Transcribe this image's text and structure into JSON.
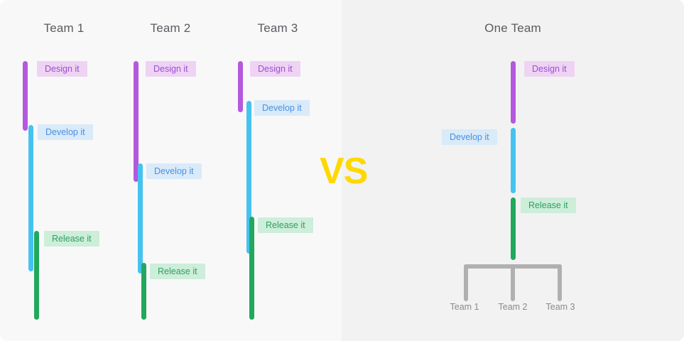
{
  "diagram": {
    "title_left": "",
    "vs_label": "VS",
    "accent_colors": {
      "design_bar": "#b459dd",
      "develop_bar": "#44c3f0",
      "release_bar": "#22a85c",
      "design_chip_bg": "#eed3f3",
      "design_chip_text": "#9b4fd6",
      "develop_chip_bg": "#d9eaf9",
      "develop_chip_text": "#4a90e2",
      "release_chip_bg": "#cdeed9",
      "release_chip_text": "#2f9e63",
      "vs_yellow": "#ffd800",
      "bracket_gray": "#b0b0b0",
      "panel_left_bg": "#f8f8f9",
      "panel_right_bg": "#f2f2f3"
    }
  },
  "left": {
    "columns": [
      {
        "title": "Team 1",
        "phases": [
          {
            "name": "Design it",
            "label": "Design it"
          },
          {
            "name": "Develop it",
            "label": "Develop it"
          },
          {
            "name": "Release it",
            "label": "Release it"
          }
        ]
      },
      {
        "title": "Team 2",
        "phases": [
          {
            "name": "Design it",
            "label": "Design it"
          },
          {
            "name": "Develop it",
            "label": "Develop it"
          },
          {
            "name": "Release it",
            "label": "Release it"
          }
        ]
      },
      {
        "title": "Team 3",
        "phases": [
          {
            "name": "Design it",
            "label": "Design it"
          },
          {
            "name": "Develop it",
            "label": "Develop it"
          },
          {
            "name": "Release it",
            "label": "Release it"
          }
        ]
      }
    ]
  },
  "right": {
    "title": "One Team",
    "phases": [
      {
        "name": "Design it",
        "label": "Design it"
      },
      {
        "name": "Develop it",
        "label": "Develop it"
      },
      {
        "name": "Release it",
        "label": "Release it"
      }
    ],
    "bracket_teams": [
      "Team 1",
      "Team 2",
      "Team 3"
    ]
  }
}
